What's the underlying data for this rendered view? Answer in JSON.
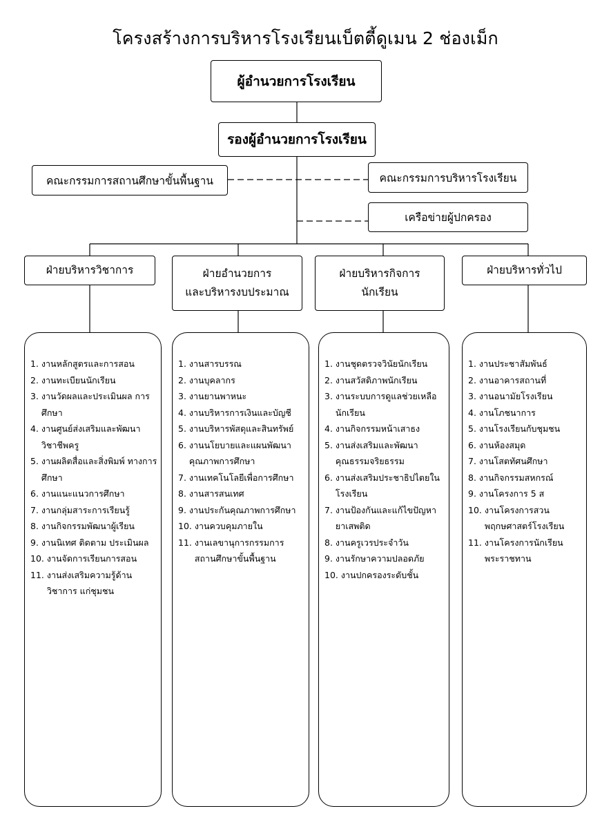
{
  "title": "โครงสร้างการบริหารโรงเรียนเบ็ตตี้ดูเมน 2 ช่องเม็ก",
  "director": "ผู้อำนวยการโรงเรียน",
  "deputy": "รองผู้อำนวยการโรงเรียน",
  "committees": {
    "basic_education": "คณะกรรมการสถานศึกษาขั้นพื้นฐาน",
    "school_admin": "คณะกรรมการบริหารโรงเรียน",
    "parent_network": "เครือข่ายผู้ปกครอง"
  },
  "departments": [
    {
      "name": [
        "ฝ่ายบริหารวิชาการ"
      ],
      "tasks": [
        "งานหลักสูตรและการสอน",
        "งานทะเบียนนักเรียน",
        "งานวัดผลและประเมินผล การศึกษา",
        "งานศูนย์ส่งเสริมและพัฒนา วิชาชีพครู",
        "งานผลิตสื่อและสิ่งพิมพ์ ทางการศึกษา",
        "งานแนะแนวการศึกษา",
        "งานกลุ่มสาระการเรียนรู้",
        "งานกิจกรรมพัฒนาผู้เรียน",
        "งานนิเทศ ติดตาม ประเมินผล",
        "งานจัดการเรียนการสอน",
        "งานส่งเสริมความรู้ด้านวิชาการ แก่ชุมชน"
      ]
    },
    {
      "name": [
        "ฝ่ายอำนวยการ",
        "และบริหารงบประมาณ"
      ],
      "tasks": [
        "งานสารบรรณ",
        "งานบุคลากร",
        "งานยานพาหนะ",
        "งานบริหารการเงินและบัญชี",
        "งานบริหารพัสดุและสินทรัพย์",
        "งานนโยบายและแผนพัฒนา คุณภาพการศึกษา",
        "งานเทคโนโลยีเพื่อการศึกษา",
        "งานสารสนเทศ",
        "งานประกันคุณภาพการศึกษา",
        "งานควบคุมภายใน",
        "งานเลขานุการกรรมการ สถานศึกษาขั้นพื้นฐาน"
      ]
    },
    {
      "name": [
        "ฝ่ายบริหารกิจการ",
        "นักเรียน"
      ],
      "tasks": [
        "งานชุดตรวจวินัยนักเรียน",
        "งานสวัสดิภาพนักเรียน",
        "งานระบบการดูแลช่วยเหลือ นักเรียน",
        "งานกิจกรรมหน้าเสาธง",
        "งานส่งเสริมและพัฒนา คุณธรรมจริยธรรม",
        "งานส่งเสริมประชาธิปไตยใน โรงเรียน",
        "งานป้องกันและแก้ไขปัญหา ยาเสพติด",
        "งานครูเวรประจำวัน",
        "งานรักษาความปลอดภัย",
        "งานปกครองระดับชั้น"
      ]
    },
    {
      "name": [
        "ฝ่ายบริหารทั่วไป"
      ],
      "tasks": [
        "งานประชาสัมพันธ์",
        "งานอาคารสถานที่",
        "งานอนามัยโรงเรียน",
        "งานโภชนาการ",
        "งานโรงเรียนกับชุมชน",
        "งานห้องสมุด",
        "งานโสตทัศนศึกษา",
        "งานกิจกรรมสหกรณ์",
        "งานโครงการ 5 ส",
        "งานโครงการสวน พฤกษศาสตร์โรงเรียน",
        "งานโครงการนักเรียน พระราชทาน"
      ]
    }
  ]
}
